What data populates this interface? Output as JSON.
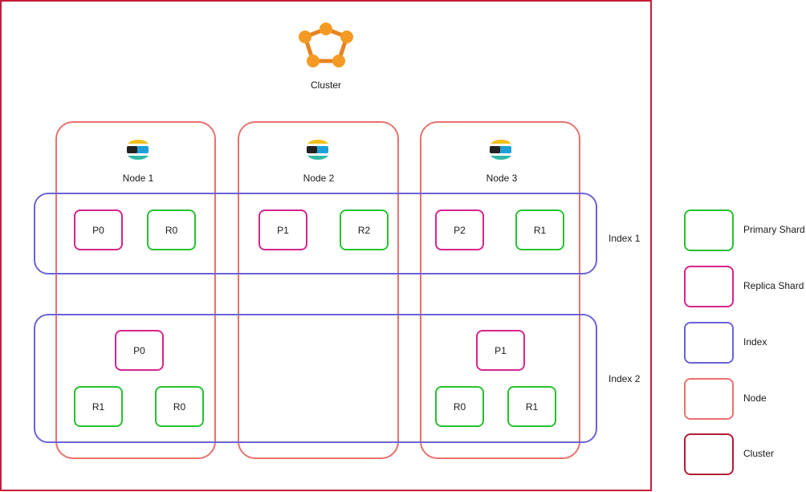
{
  "cluster": {
    "label": "Cluster",
    "icon": "cluster-icon",
    "color": "#c41e3a"
  },
  "nodes": [
    {
      "label": "Node 1",
      "icon": "elasticsearch-icon"
    },
    {
      "label": "Node 2",
      "icon": "elasticsearch-icon"
    },
    {
      "label": "Node 3",
      "icon": "elasticsearch-icon"
    }
  ],
  "indices": [
    {
      "label": "Index 1"
    },
    {
      "label": "Index 2"
    }
  ],
  "shards": {
    "index1": [
      "P0",
      "R0",
      "P1",
      "R2",
      "P2",
      "R1"
    ],
    "index2": [
      "P0",
      "R1",
      "R0",
      "P1",
      "R0",
      "R1"
    ]
  },
  "legend": [
    {
      "label": "Primary Shard",
      "color": "#27c22f"
    },
    {
      "label": "Replica Shard",
      "color": "#d6248c"
    },
    {
      "label": "Index",
      "color": "#6b63d6"
    },
    {
      "label": "Node",
      "color": "#e8716f"
    },
    {
      "label": "Cluster",
      "color": "#b01e35"
    }
  ]
}
